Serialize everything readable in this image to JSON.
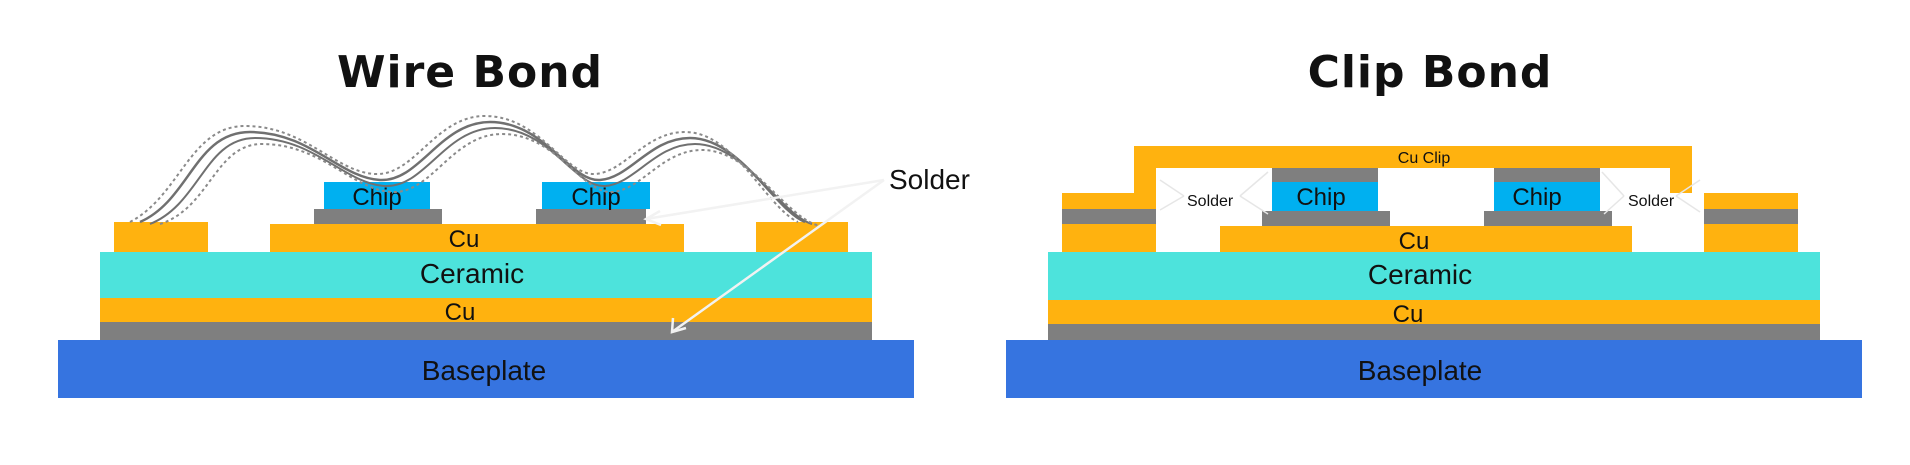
{
  "wire_bond": {
    "title": "Wire Bond",
    "chip_left": "Chip",
    "chip_right": "Chip",
    "cu_top": "Cu",
    "ceramic": "Ceramic",
    "cu_bottom": "Cu",
    "baseplate": "Baseplate",
    "solder_callout": "Solder"
  },
  "clip_bond": {
    "title": "Clip Bond",
    "cu_clip": "Cu Clip",
    "chip_left": "Chip",
    "chip_right": "Chip",
    "solder_left": "Solder",
    "solder_right": "Solder",
    "cu_top": "Cu",
    "ceramic": "Ceramic",
    "cu_bottom": "Cu",
    "baseplate": "Baseplate"
  },
  "colors": {
    "copper": "#FFB20F",
    "ceramic": "#4DE3DC",
    "solder": "#7F7F7F",
    "chip": "#00B0F0",
    "baseplate": "#3674E0",
    "wire": "#707070"
  }
}
